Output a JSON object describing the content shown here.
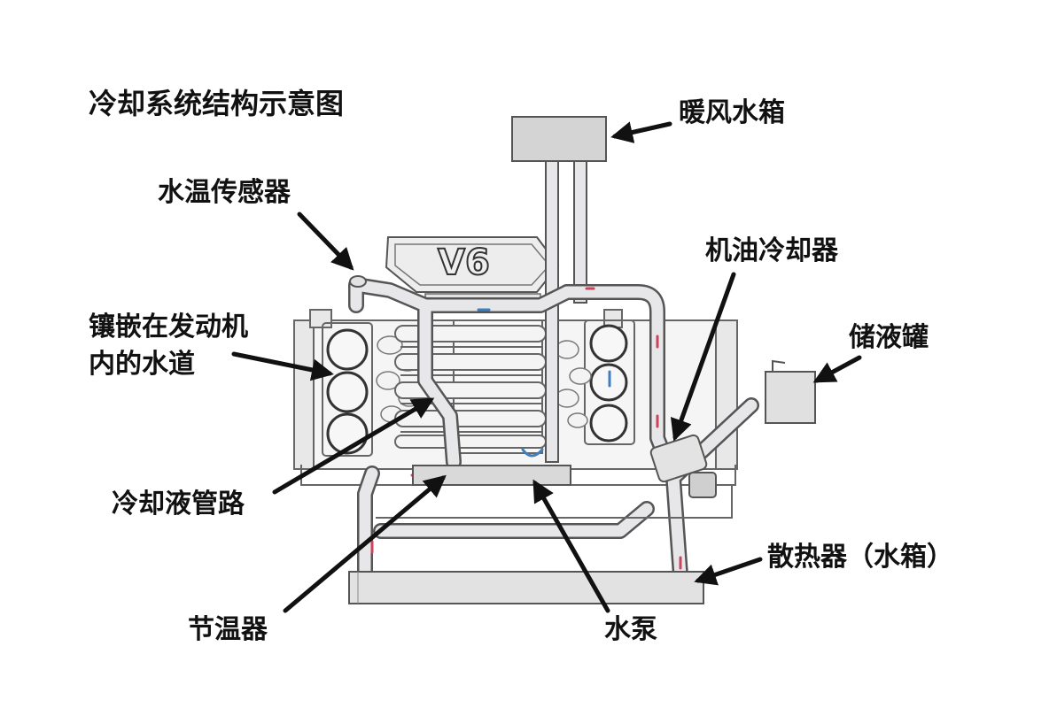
{
  "title": "冷却系统结构示意图",
  "engine_badge": "V6",
  "labels": {
    "heater_core": "暖风水箱",
    "temp_sensor": "水温传感器",
    "oil_cooler": "机油冷却器",
    "reservoir": "储液罐",
    "water_jacket_line1": "镶嵌在发动机",
    "water_jacket_line2": "内的水道",
    "coolant_pipe": "冷却液管路",
    "radiator": "散热器（水箱）",
    "thermostat": "节温器",
    "water_pump": "水泵"
  },
  "colors": {
    "pipe_fill": "#e7e7e9",
    "outline": "#555555",
    "arrow": "#111111",
    "hot_coolant": "#c8455c",
    "cold_coolant": "#3f7fc0"
  }
}
